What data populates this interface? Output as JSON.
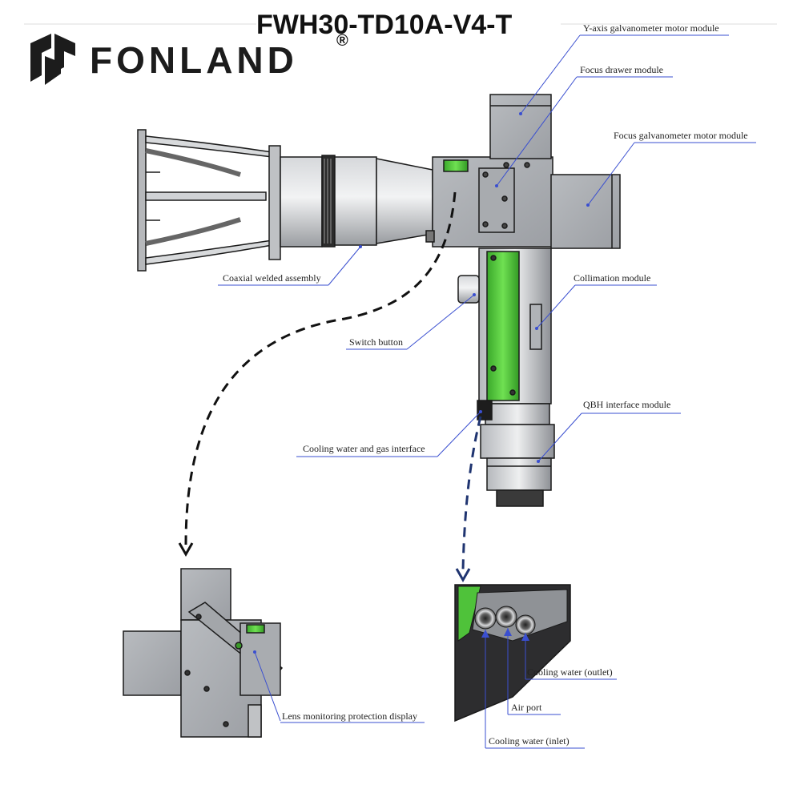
{
  "header": {
    "model": "FWH30-TD10A-V4-T",
    "brand": "FONLAND",
    "registered_mark": "®",
    "logo_icon": "fonland-logo-icon"
  },
  "labels": {
    "y_axis_galvo": "Y-axis galvanometer motor module",
    "focus_drawer": "Focus drawer module",
    "focus_galvo": "Focus galvanometer motor module",
    "coaxial": "Coaxial welded assembly",
    "collimation": "Collimation module",
    "switch_button": "Switch button",
    "qbh": "QBH interface module",
    "cooling_gas": "Cooling water and gas interface",
    "lens_monitor": "Lens monitoring protection display",
    "cooling_outlet": "Cooling water (outlet)",
    "air_port": "Air port",
    "cooling_inlet": "Cooling water (inlet)"
  },
  "colors": {
    "body_gray": "#a9acb0",
    "accent_green": "#4fc23a",
    "line_dark": "#1a1a1a",
    "leader_blue": "#3a4fd0",
    "dash_arrow_left": "#111111",
    "dash_arrow_right": "#1f3470"
  }
}
